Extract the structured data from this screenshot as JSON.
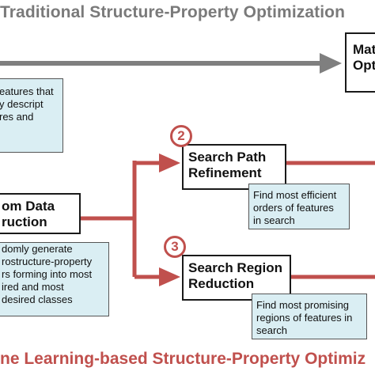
{
  "top_title": "Traditional Structure-Property Optimization",
  "bottom_title": "ne Learning-based Structure-Property Optimiz",
  "right_box_top": [
    "Mat",
    "Opti"
  ],
  "top_note": [
    "eatures that",
    "y descript",
    "res and"
  ],
  "data_box": [
    "om Data",
    "ruction"
  ],
  "data_note": [
    "domly generate",
    "rostructure-property",
    "rs forming into most",
    "ired and most",
    "desired classes"
  ],
  "step2": {
    "number": "2",
    "title": [
      "Search Path",
      "Refinement"
    ],
    "note": [
      "Find most efficient",
      "orders of features",
      "in search"
    ]
  },
  "step3": {
    "number": "3",
    "title": [
      "Search Region",
      "Reduction"
    ],
    "note": [
      "Find most promising",
      "regions of features in",
      "search"
    ]
  },
  "colors": {
    "accent": "#c0504d",
    "gray_arrow": "#7f7f7f",
    "note_fill": "#daeef3"
  }
}
